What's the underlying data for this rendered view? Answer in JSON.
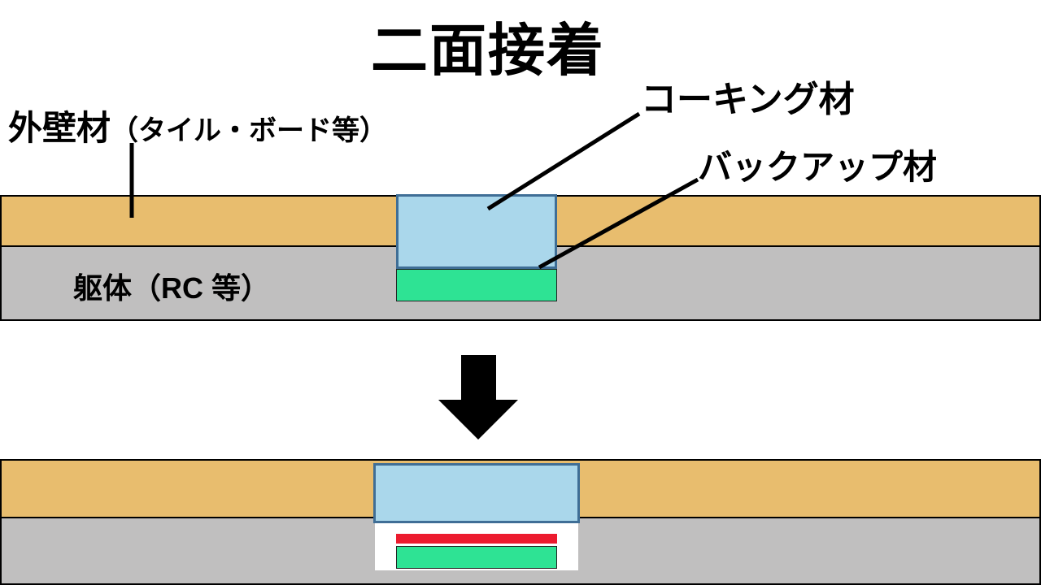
{
  "title": "二面接着",
  "labels": {
    "wall_main": "外壁材",
    "wall_paren": "（タイル・ボード等）",
    "caulking": "コーキング材",
    "backup": "バックアップ材",
    "body": "躯体（RC 等）"
  },
  "colors": {
    "background": "#FFFFFF",
    "wall": "#E8BD6E",
    "body": "#C0BFBF",
    "caulking_fill": "#AAD7EB",
    "caulking_border": "#3F6E96",
    "backup": "#2EE394",
    "bond_breaker": "#EC1B2E",
    "outline": "#000000",
    "arrow": "#000000",
    "text": "#000000"
  }
}
